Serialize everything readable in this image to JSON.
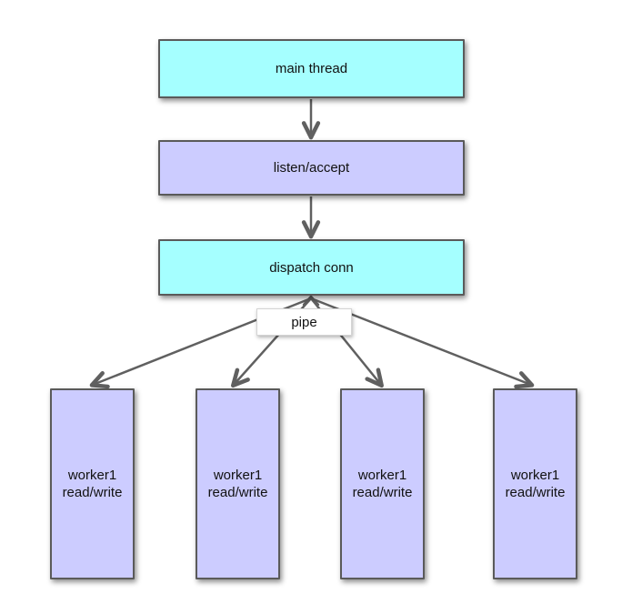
{
  "diagram": {
    "nodes": {
      "main_thread": {
        "label": "main thread",
        "fill": "#a5ffff"
      },
      "listen_accept": {
        "label": "listen/accept",
        "fill": "#ccccff"
      },
      "dispatch_conn": {
        "label": "dispatch conn",
        "fill": "#a5ffff"
      },
      "pipe": {
        "label": "pipe",
        "fill": "#ffffff"
      },
      "workers": [
        {
          "line1": "worker1",
          "line2": "read/write",
          "fill": "#ccccff"
        },
        {
          "line1": "worker1",
          "line2": "read/write",
          "fill": "#ccccff"
        },
        {
          "line1": "worker1",
          "line2": "read/write",
          "fill": "#ccccff"
        },
        {
          "line1": "worker1",
          "line2": "read/write",
          "fill": "#ccccff"
        }
      ]
    },
    "edges": [
      {
        "from": "main_thread",
        "to": "listen_accept",
        "direction": "down"
      },
      {
        "from": "listen_accept",
        "to": "dispatch_conn",
        "direction": "down"
      },
      {
        "from": "dispatch_conn",
        "to": "worker1",
        "via": "pipe",
        "direction": "both"
      },
      {
        "from": "dispatch_conn",
        "to": "worker2",
        "via": "pipe",
        "direction": "both"
      },
      {
        "from": "dispatch_conn",
        "to": "worker3",
        "via": "pipe",
        "direction": "both"
      },
      {
        "from": "dispatch_conn",
        "to": "worker4",
        "via": "pipe",
        "direction": "both"
      }
    ],
    "colors": {
      "cyan_fill": "#a5ffff",
      "lavender_fill": "#ccccff",
      "box_border": "#5a5a5a",
      "arrow": "#606060",
      "background": "#ffffff"
    }
  }
}
